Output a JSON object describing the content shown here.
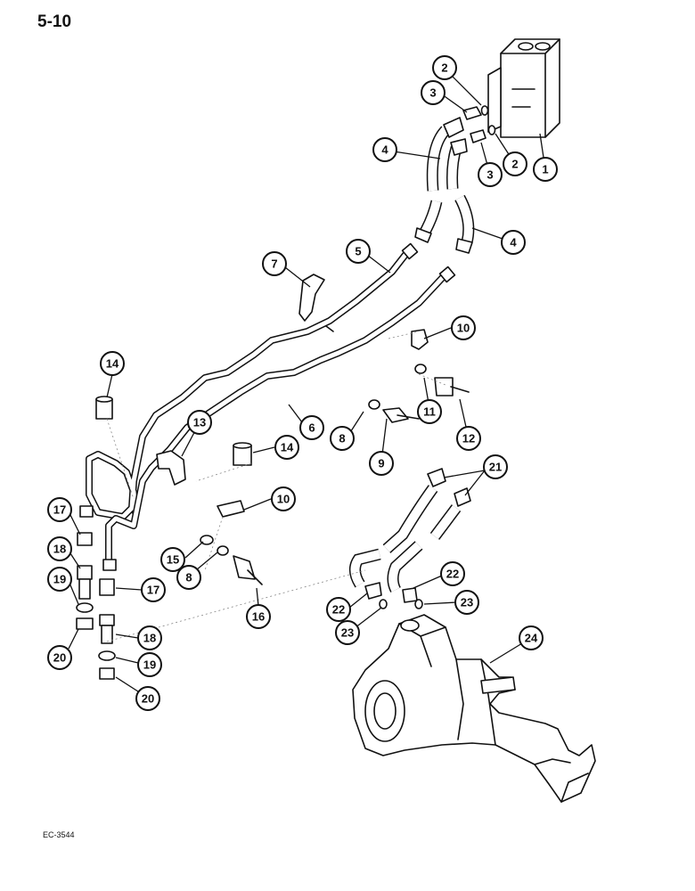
{
  "page_number": "5-10",
  "figure_code": "EC-3544",
  "callouts": [
    "1",
    "2",
    "2",
    "3",
    "3",
    "4",
    "4",
    "5",
    "6",
    "7",
    "8",
    "8",
    "9",
    "10",
    "10",
    "11",
    "12",
    "13",
    "14",
    "14",
    "15",
    "16",
    "17",
    "17",
    "18",
    "18",
    "19",
    "19",
    "20",
    "20",
    "21",
    "22",
    "22",
    "23",
    "23",
    "24"
  ]
}
